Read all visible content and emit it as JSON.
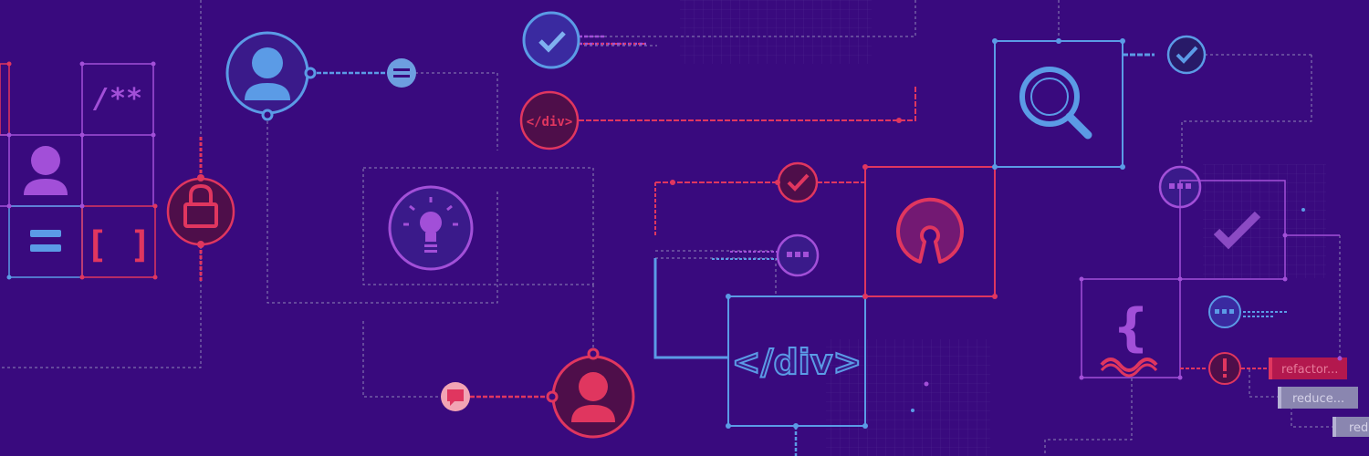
{
  "colors": {
    "background": "#390a7e",
    "blue": "#5b9be6",
    "red": "#e0365f",
    "purple": "#a24fd8",
    "gray": "#9a95b5",
    "dark_red": "#4e0e4a",
    "dark_blue": "#3a1a8a"
  },
  "code": {
    "comment_token": "/**",
    "array_token": "[ ]",
    "div_small": "</div>",
    "div_large": "</div>"
  },
  "tags": {
    "refactor": "refactor...",
    "reduce": "reduce...",
    "red_partial": "red"
  }
}
